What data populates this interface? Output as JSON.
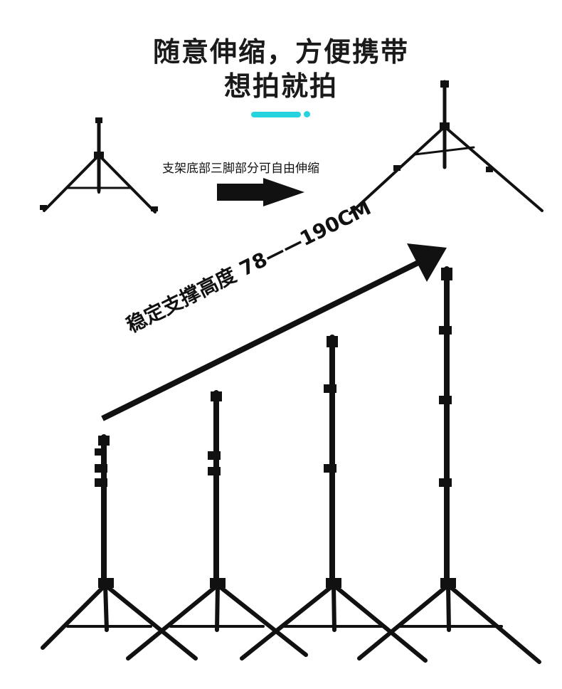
{
  "header": {
    "title_line1": "随意伸缩，方便携带",
    "title_line2": "想拍就拍"
  },
  "feature": {
    "caption": "支架底部三脚部分可自由伸缩"
  },
  "height_range": {
    "label": "稳定支撑高度 78——190CM"
  },
  "colors": {
    "accent": "#25d3df",
    "text": "#111111",
    "stand": "#111111"
  }
}
